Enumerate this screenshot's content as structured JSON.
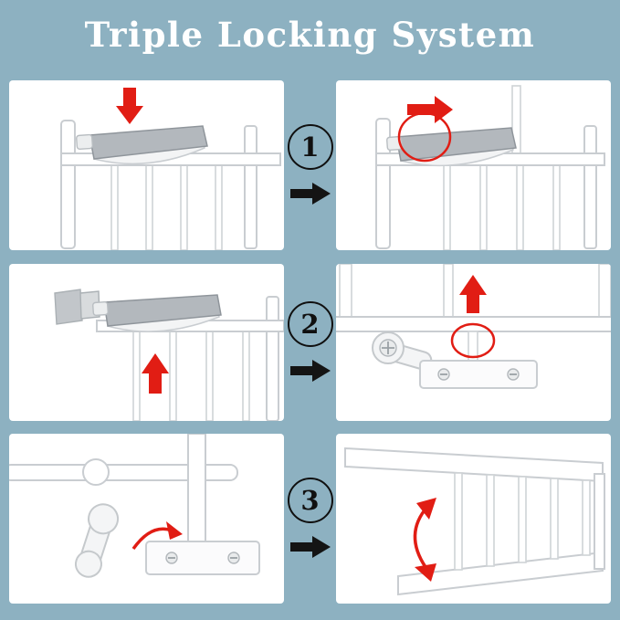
{
  "page": {
    "title": "Triple Locking System",
    "background_color": "#8db1c1",
    "accent_red": "#e11d14",
    "panel_color": "#ffffff"
  },
  "steps": [
    {
      "number": "1"
    },
    {
      "number": "2"
    },
    {
      "number": "3"
    }
  ],
  "icons": {
    "step_arrow": "right-arrow",
    "press_arrow": "down-arrow",
    "slide_arrow": "right-arrow",
    "lift_arrow": "up-arrow",
    "rotate_arrow": "curved-arrow",
    "swing_arrow": "curved-double-arrow"
  }
}
